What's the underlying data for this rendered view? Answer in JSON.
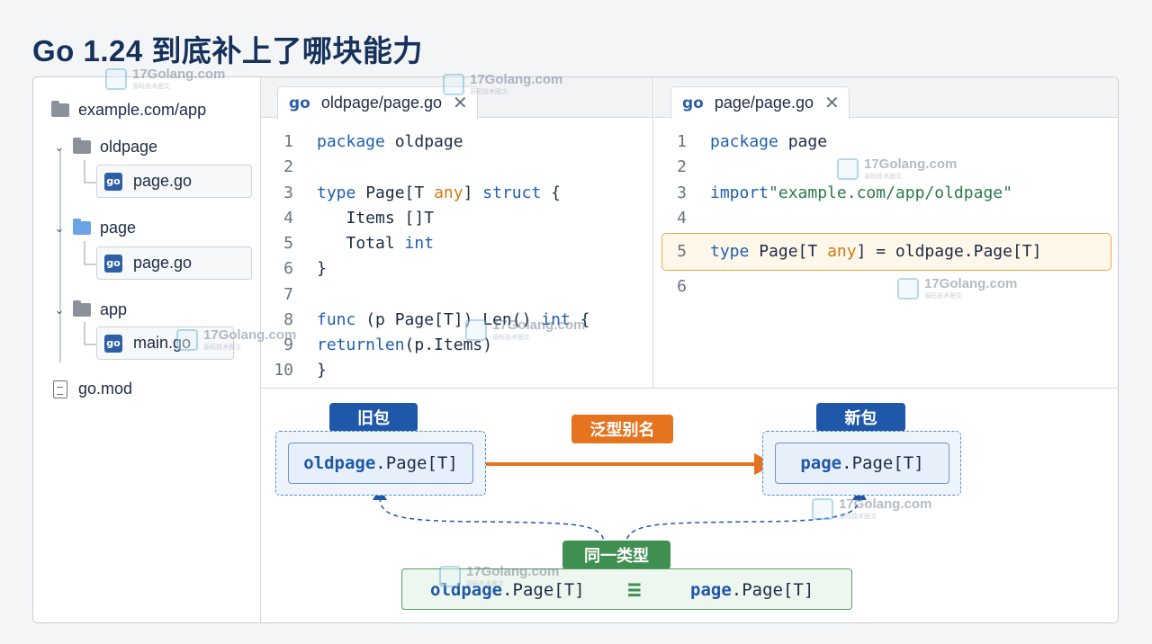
{
  "title": "Go 1.24 到底补上了哪块能力",
  "sidebar": {
    "root": "example.com/app",
    "folders": [
      {
        "name": "oldpage",
        "file": "page.go"
      },
      {
        "name": "page",
        "file": "page.go"
      },
      {
        "name": "app",
        "file": "main.go"
      }
    ],
    "gomod": "go.mod"
  },
  "editor_left": {
    "tab_lang": "go",
    "tab_name": "oldpage/page.go",
    "tab_close": "✕",
    "line_numbers": [
      "1",
      "2",
      "3",
      "4",
      "5",
      "6",
      "7",
      "8",
      "9",
      "10"
    ]
  },
  "editor_right": {
    "tab_lang": "go",
    "tab_name": "page/page.go",
    "tab_close": "✕",
    "line_numbers": [
      "1",
      "2",
      "3",
      "4",
      "5",
      "6"
    ]
  },
  "diagram": {
    "old_label": "旧包",
    "new_label": "新包",
    "alias_label": "泛型别名",
    "same_label": "同一类型",
    "old_pkg": "oldpage",
    "new_pkg": "page",
    "type_suffix": ".Page[T]",
    "equiv": "≡"
  },
  "watermark": {
    "text": "17Golang.com",
    "sub": "源码技术圈文"
  },
  "colors": {
    "title": "#16325c",
    "keyword": "#1f5fb0",
    "generic": "#d07a12",
    "string": "#2c7a4b",
    "highlight_border": "#f0a642",
    "label_blue": "#1f58a8",
    "label_orange": "#e6731e",
    "label_green": "#3f8f50"
  }
}
